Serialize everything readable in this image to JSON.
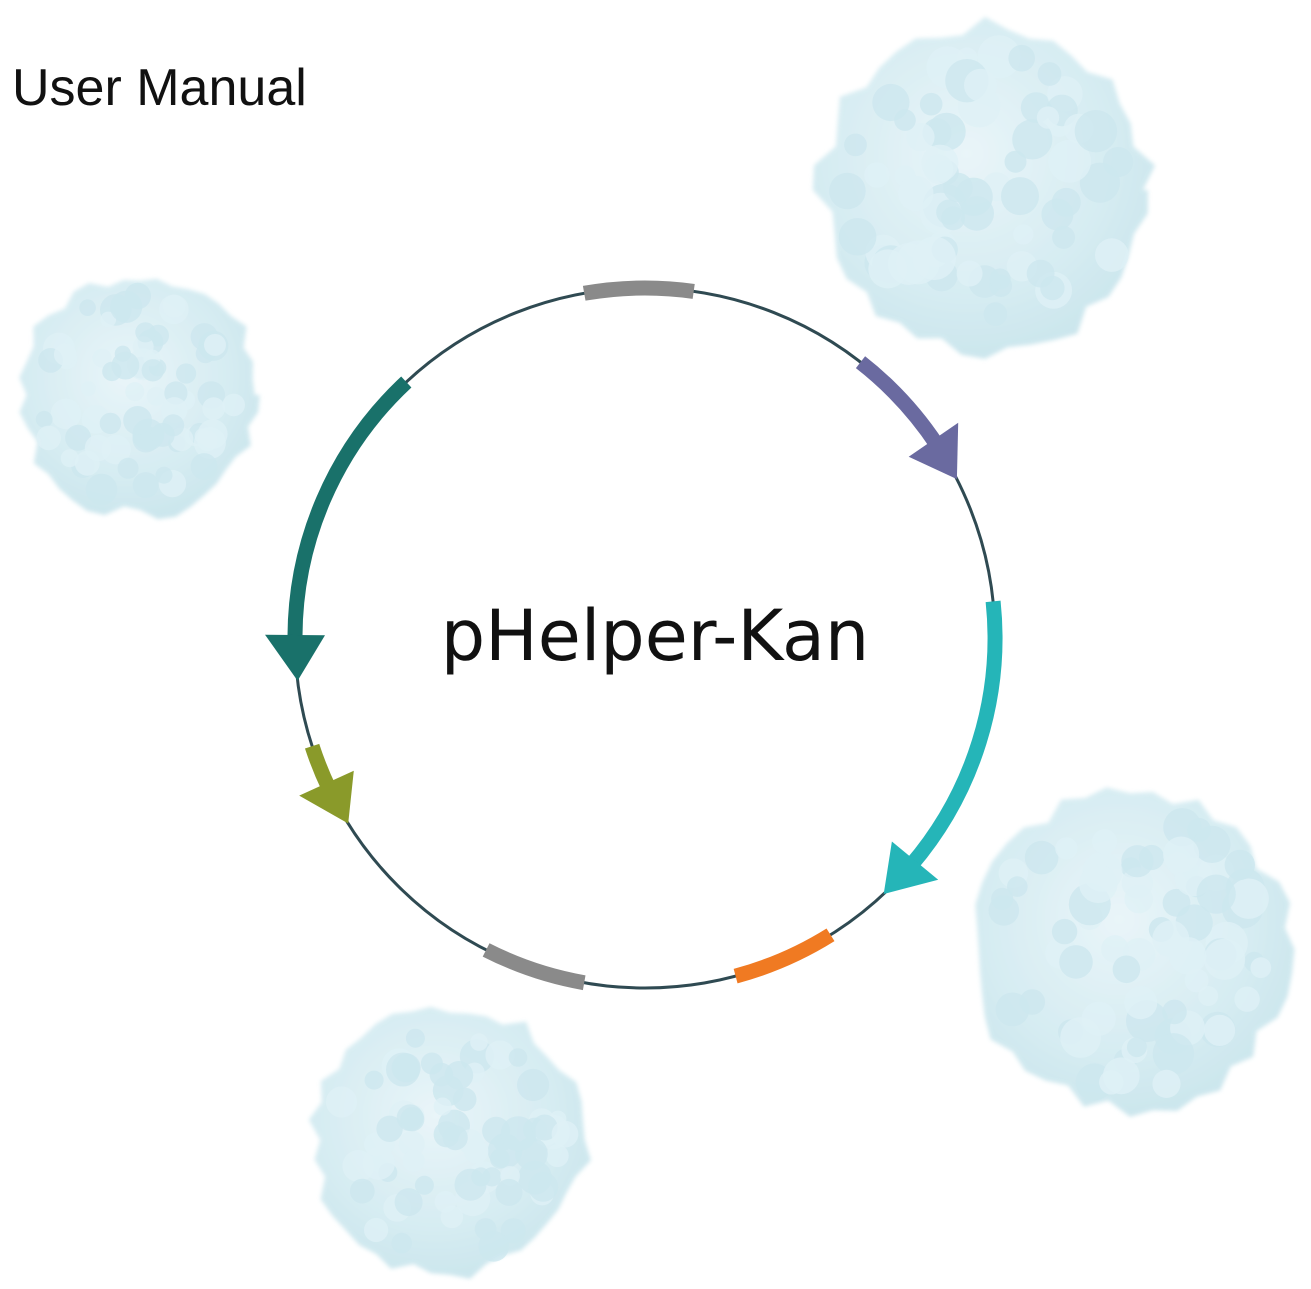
{
  "header": {
    "title": "User Manual"
  },
  "plasmid": {
    "name": "pHelper-Kan"
  },
  "colors": {
    "backbone": "#2f4a52",
    "gray_feature": "#8a8a8a",
    "purple_arrow": "#6a6aa0",
    "teal_arrow": "#25b5b8",
    "orange_feature": "#f07a22",
    "olive_arrow": "#8a9a2a",
    "dark_teal_arrow": "#19716a",
    "virus_particle": "#cfe9f0"
  },
  "features": [
    {
      "id": "gray-segment-top",
      "kind": "segment",
      "color_key": "gray_feature",
      "start_deg": -10,
      "end_deg": 8
    },
    {
      "id": "purple-arrow",
      "kind": "arrow",
      "direction": "clockwise",
      "color_key": "purple_arrow",
      "start_deg": 38,
      "end_deg": 63
    },
    {
      "id": "teal-arrow",
      "kind": "arrow",
      "direction": "clockwise",
      "color_key": "teal_arrow",
      "start_deg": 84,
      "end_deg": 137
    },
    {
      "id": "orange-segment",
      "kind": "segment",
      "color_key": "orange_feature",
      "start_deg": 148,
      "end_deg": 165
    },
    {
      "id": "gray-segment-bottom",
      "kind": "segment",
      "color_key": "gray_feature",
      "start_deg": 190,
      "end_deg": 207
    },
    {
      "id": "olive-arrow",
      "kind": "arrow",
      "direction": "counterclockwise",
      "color_key": "olive_arrow",
      "start_deg": 238,
      "end_deg": 252
    },
    {
      "id": "dark-teal-arrow",
      "kind": "arrow",
      "direction": "counterclockwise",
      "color_key": "dark_teal_arrow",
      "start_deg": 263,
      "end_deg": 317
    }
  ]
}
